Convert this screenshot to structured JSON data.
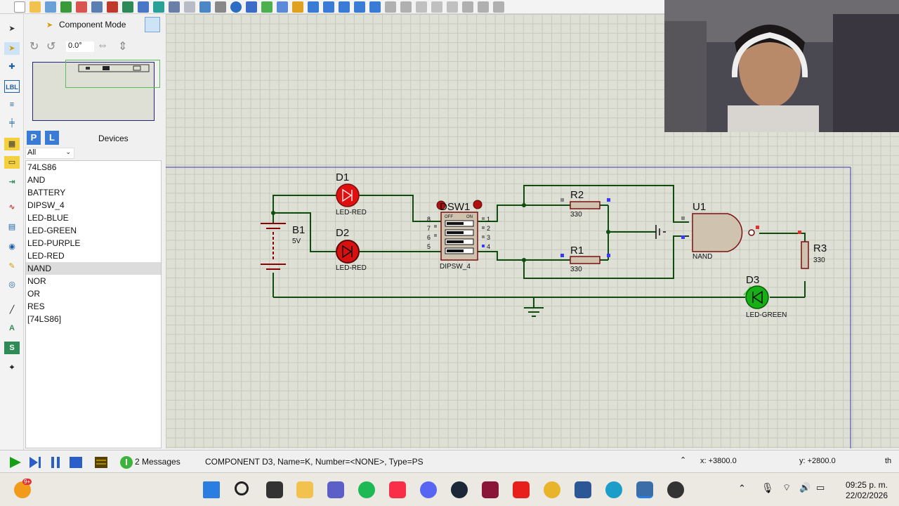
{
  "component_panel": {
    "mode_title": "Component Mode",
    "rotation": "0.0°",
    "p_button": "P",
    "l_button": "L",
    "devices_label": "Devices",
    "filter_value": "All",
    "devices": [
      "74LS86",
      "AND",
      "BATTERY",
      "DIPSW_4",
      "LED-BLUE",
      "LED-GREEN",
      "LED-PURPLE",
      "LED-RED",
      "NAND",
      "NOR",
      "OR",
      "RES",
      "[74LS86]"
    ],
    "selected_device": "NAND"
  },
  "left_strip": {
    "lbl_icon": "LBL",
    "text_icon": "A",
    "symbol_icon": "S"
  },
  "schematic": {
    "d1": {
      "name": "D1",
      "type": "LED-RED"
    },
    "d2": {
      "name": "D2",
      "type": "LED-RED"
    },
    "d3": {
      "name": "D3",
      "type": "LED-GREEN"
    },
    "b1": {
      "name": "B1",
      "value": "5V"
    },
    "dsw1": {
      "name": "DSW1",
      "type": "DIPSW_4",
      "off": "OFF",
      "on": "ON",
      "left_pins": [
        "8",
        "7",
        "6",
        "5"
      ],
      "right_pins": [
        "1",
        "2",
        "3",
        "4"
      ]
    },
    "r1": {
      "name": "R1",
      "value": "330"
    },
    "r2": {
      "name": "R2",
      "value": "330"
    },
    "r3": {
      "name": "R3",
      "value": "330"
    },
    "u1": {
      "name": "U1",
      "type": "NAND"
    }
  },
  "statusbar": {
    "messages": "2 Messages",
    "component_info": "COMPONENT D3, Name=K, Number=<NONE>, Type=PS",
    "x_coord": "x: +3800.0",
    "y_coord": "y: +2800.0",
    "units": "th"
  },
  "taskbar": {
    "time": "09:25 p. m.",
    "date": "22/02/2026",
    "badge_count": "9+"
  },
  "colors": {
    "wire": "#0e4d0e",
    "led_red": "#e01010",
    "led_green": "#16b016",
    "component_fill": "#cfc2ae",
    "resistor_fill": "#cfc2ae",
    "body_outline": "#7a1010",
    "canvas_bg": "#dedfd5"
  }
}
